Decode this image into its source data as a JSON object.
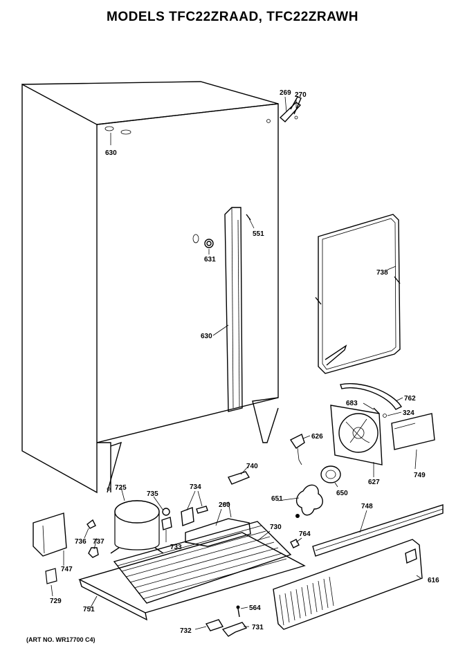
{
  "title": "MODELS TFC22ZRAAD, TFC22ZRAWH",
  "art_number": "(ART NO. WR17700 C4)",
  "labels": {
    "p269": "269",
    "p270": "270",
    "p630a": "630",
    "p551": "551",
    "p631": "631",
    "p738": "738",
    "p630b": "630",
    "p762": "762",
    "p683": "683",
    "p324": "324",
    "p626": "626",
    "p749": "749",
    "p740": "740",
    "p627": "627",
    "p725": "725",
    "p735": "735",
    "p734": "734",
    "p260": "260",
    "p651": "651",
    "p650": "650",
    "p748": "748",
    "p736": "736",
    "p737": "737",
    "p733": "733",
    "p730": "730",
    "p764": "764",
    "p747": "747",
    "p616": "616",
    "p729": "729",
    "p751": "751",
    "p564": "564",
    "p732": "732",
    "p731": "731"
  }
}
